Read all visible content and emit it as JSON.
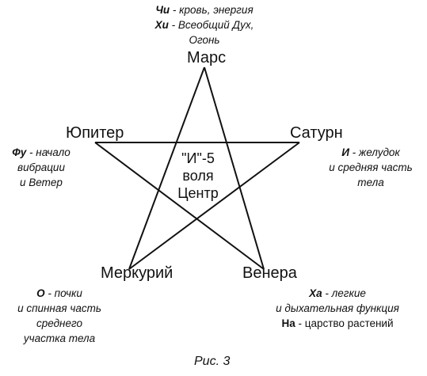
{
  "planets": {
    "top": "Марс",
    "upper_left": "Юпитер",
    "upper_right": "Сатурн",
    "lower_left": "Меркурий",
    "lower_right": "Венера"
  },
  "center": {
    "line1": "\"И\"-5",
    "line2": "воля",
    "line3": "Центр"
  },
  "notes": {
    "top": {
      "l1_key": "Чи",
      "l1_text": " - кровь, энергия",
      "l2_key": "Хи",
      "l2_text": " - Всеобщий Дух,",
      "l3_text": "Огонь"
    },
    "left": {
      "l1_key": "Фу",
      "l1_text": " - начало",
      "l2_text": "вибрации",
      "l3_text": "и Ветер"
    },
    "right": {
      "l1_key": "И",
      "l1_text": " - желудок",
      "l2_text": "и средняя часть",
      "l3_text": "тела"
    },
    "bottom_left": {
      "l1_key": "О",
      "l1_text": " - почки",
      "l2_text": "и спинная часть",
      "l3_text": "среднего",
      "l4_text": "участка тела"
    },
    "bottom_right": {
      "l1_key": "Ха",
      "l1_text": " - легкие",
      "l2_text": "и дыхательная функция",
      "l3_key": "На",
      "l3_text": " - царство растений"
    }
  },
  "caption": "Рис. 3"
}
